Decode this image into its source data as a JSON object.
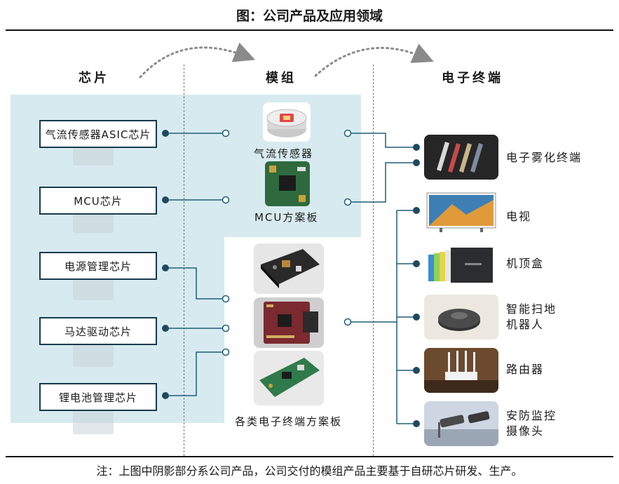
{
  "title": "图：公司产品及应用领域",
  "headers": {
    "chip": "芯片",
    "module": "模组",
    "terminal": "电子终端"
  },
  "chips": [
    "气流传感器ASIC芯片",
    "MCU芯片",
    "电源管理芯片",
    "马达驱动芯片",
    "锂电池管理芯片"
  ],
  "modules": [
    "气流传感器",
    "MCU方案板",
    "各类电子终端方案板"
  ],
  "terminals": [
    "电子雾化终端",
    "电视",
    "机顶盒",
    "智能扫地\n机器人",
    "路由器",
    "安防监控\n摄像头"
  ],
  "note": "注：上图中阴影部分系公司产品，公司交付的模组产品主要基于自研芯片研发、生产。",
  "colors": {
    "shade": "#d7eaf0",
    "line": "#1f5f79",
    "node": "#1f4a5e",
    "box_border": "#173a4c"
  }
}
